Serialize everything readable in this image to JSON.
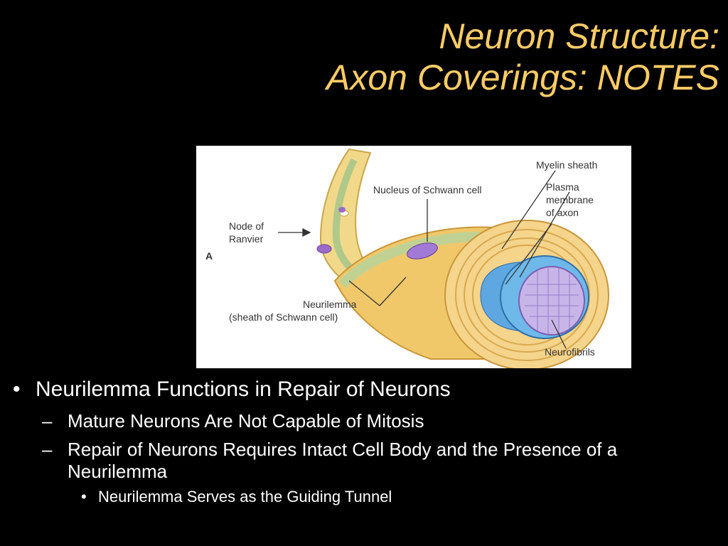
{
  "slide": {
    "title_line1": "Neuron Structure:",
    "title_line2": "Axon Coverings:  NOTES"
  },
  "figure": {
    "panel_label": "A",
    "labels": {
      "myelin_sheath": "Myelin sheath",
      "nucleus": "Nucleus of Schwann cell",
      "plasma_1": "Plasma",
      "plasma_2": "membrane",
      "plasma_3": "of axon",
      "node_1": "Node of",
      "node_2": "Ranvier",
      "neurilemma_1": "Neurilemma",
      "neurilemma_2": "(sheath of Schwann cell)",
      "neurofibrils": "Neurofibrils"
    }
  },
  "bullets": {
    "level1": "Neurilemma Functions in Repair of Neurons",
    "level1_mark": "•",
    "level2": [
      "Mature Neurons Are Not Capable of Mitosis",
      "Repair of Neurons Requires Intact Cell Body and the Presence of a Neurilemma"
    ],
    "level2_mark": "–",
    "level3": "Neurilemma Serves as the Guiding Tunnel",
    "level3_mark": "•"
  }
}
